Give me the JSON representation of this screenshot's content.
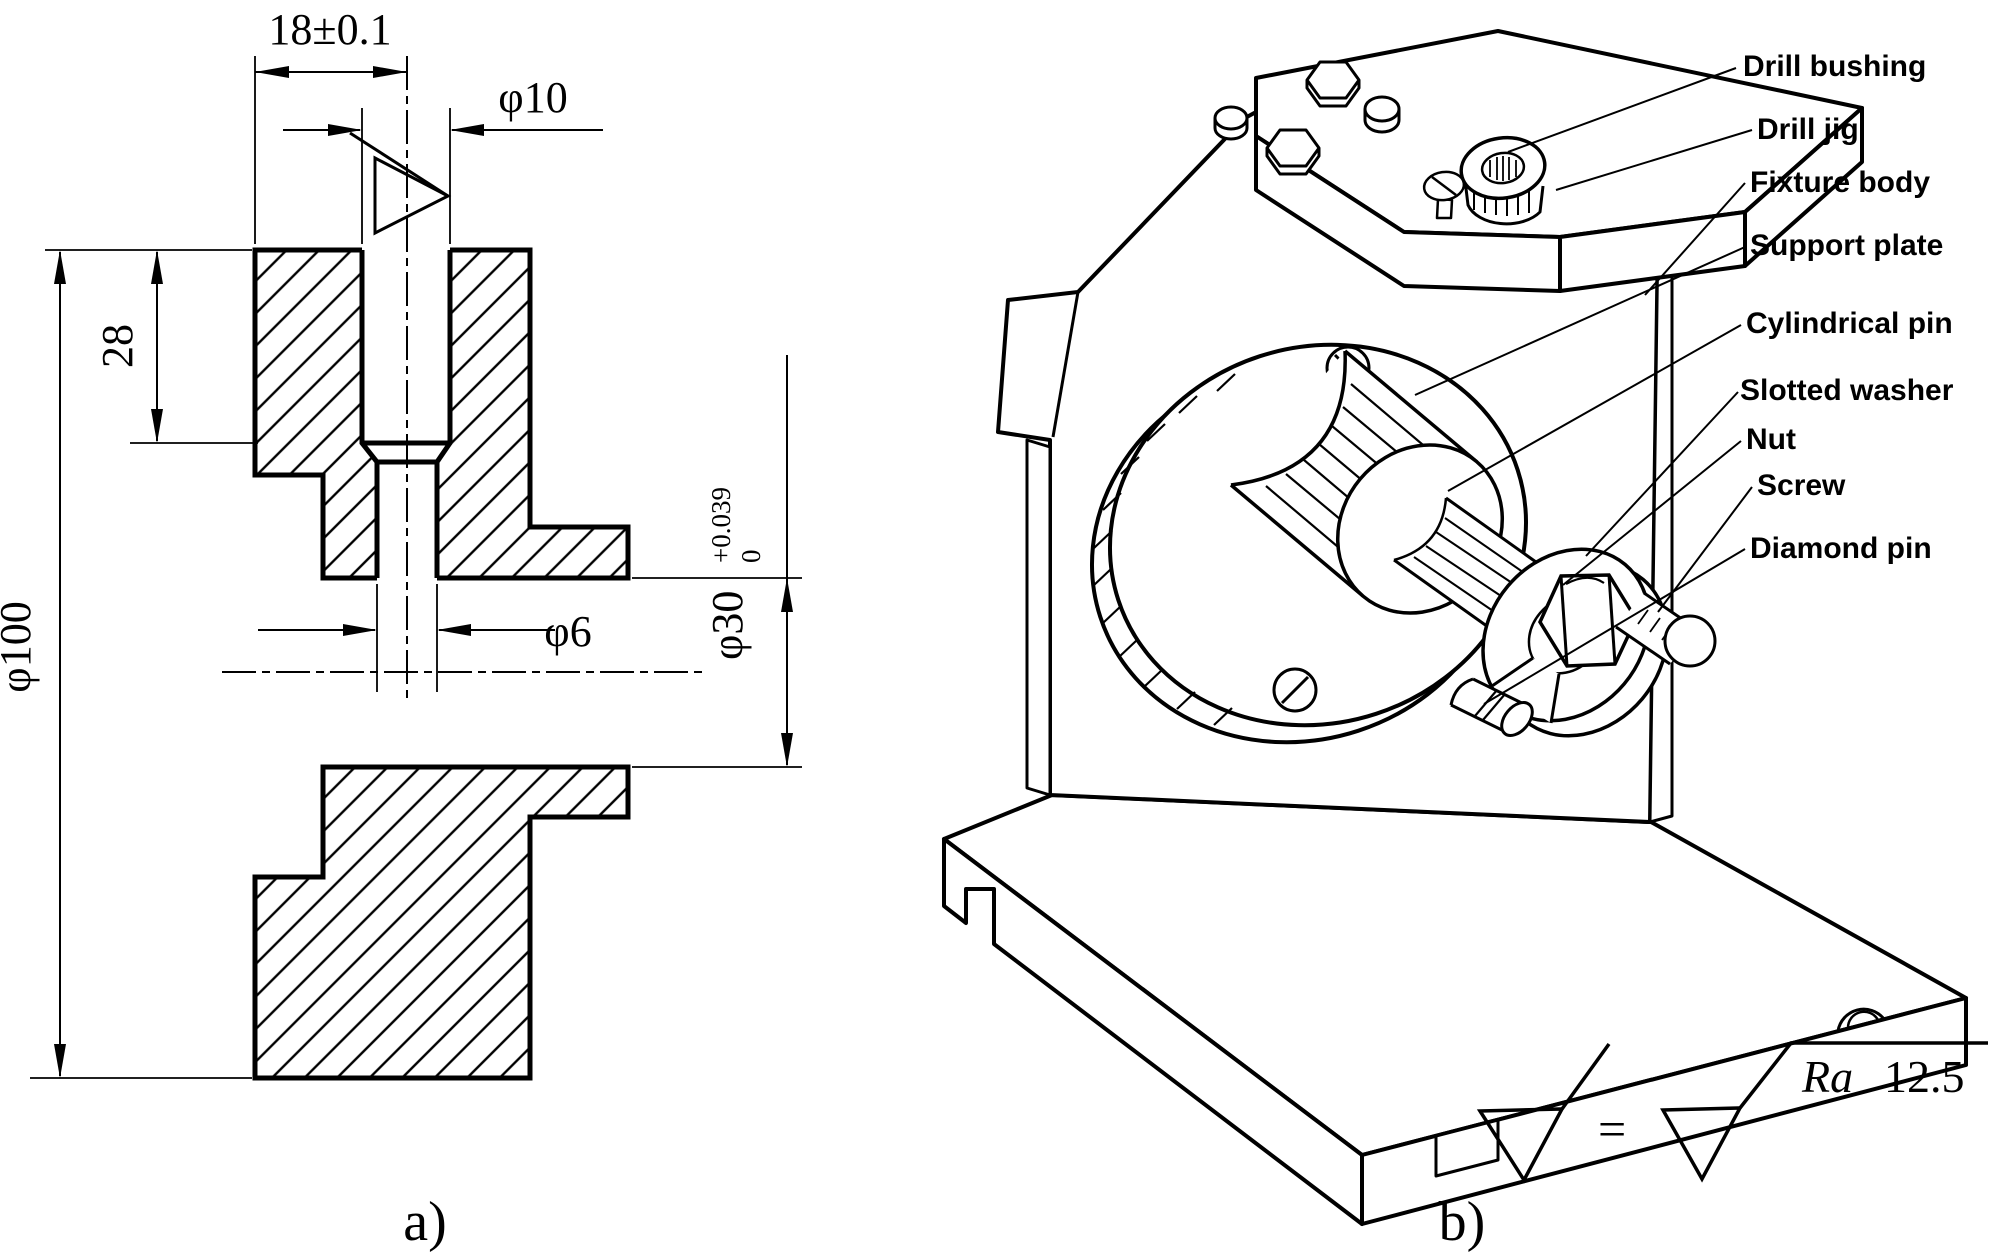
{
  "page": {
    "background": "#ffffff",
    "ink": "#000000"
  },
  "panel_a": {
    "caption": "a)",
    "dims": {
      "width_top": "18±0.1",
      "hole_top": "φ10",
      "depth": "28",
      "outer": "φ100",
      "hole_small": "φ6",
      "bore": "φ30",
      "bore_tol_upper": "+0.039",
      "bore_tol_lower": "0"
    }
  },
  "panel_b": {
    "caption": "b)",
    "labels": [
      {
        "id": "drill-bushing",
        "text": "Drill bushing"
      },
      {
        "id": "drill-jig",
        "text": "Drill jig"
      },
      {
        "id": "fixture-body",
        "text": "Fixture body"
      },
      {
        "id": "support-plate",
        "text": "Support plate"
      },
      {
        "id": "cylindrical-pin",
        "text": "Cylindrical pin"
      },
      {
        "id": "slotted-washer",
        "text": "Slotted washer"
      },
      {
        "id": "nut",
        "text": "Nut"
      },
      {
        "id": "screw",
        "text": "Screw"
      },
      {
        "id": "diamond-pin",
        "text": "Diamond pin"
      }
    ],
    "roughness": {
      "equals": "=",
      "ra": "Ra",
      "value": "12.5"
    }
  }
}
